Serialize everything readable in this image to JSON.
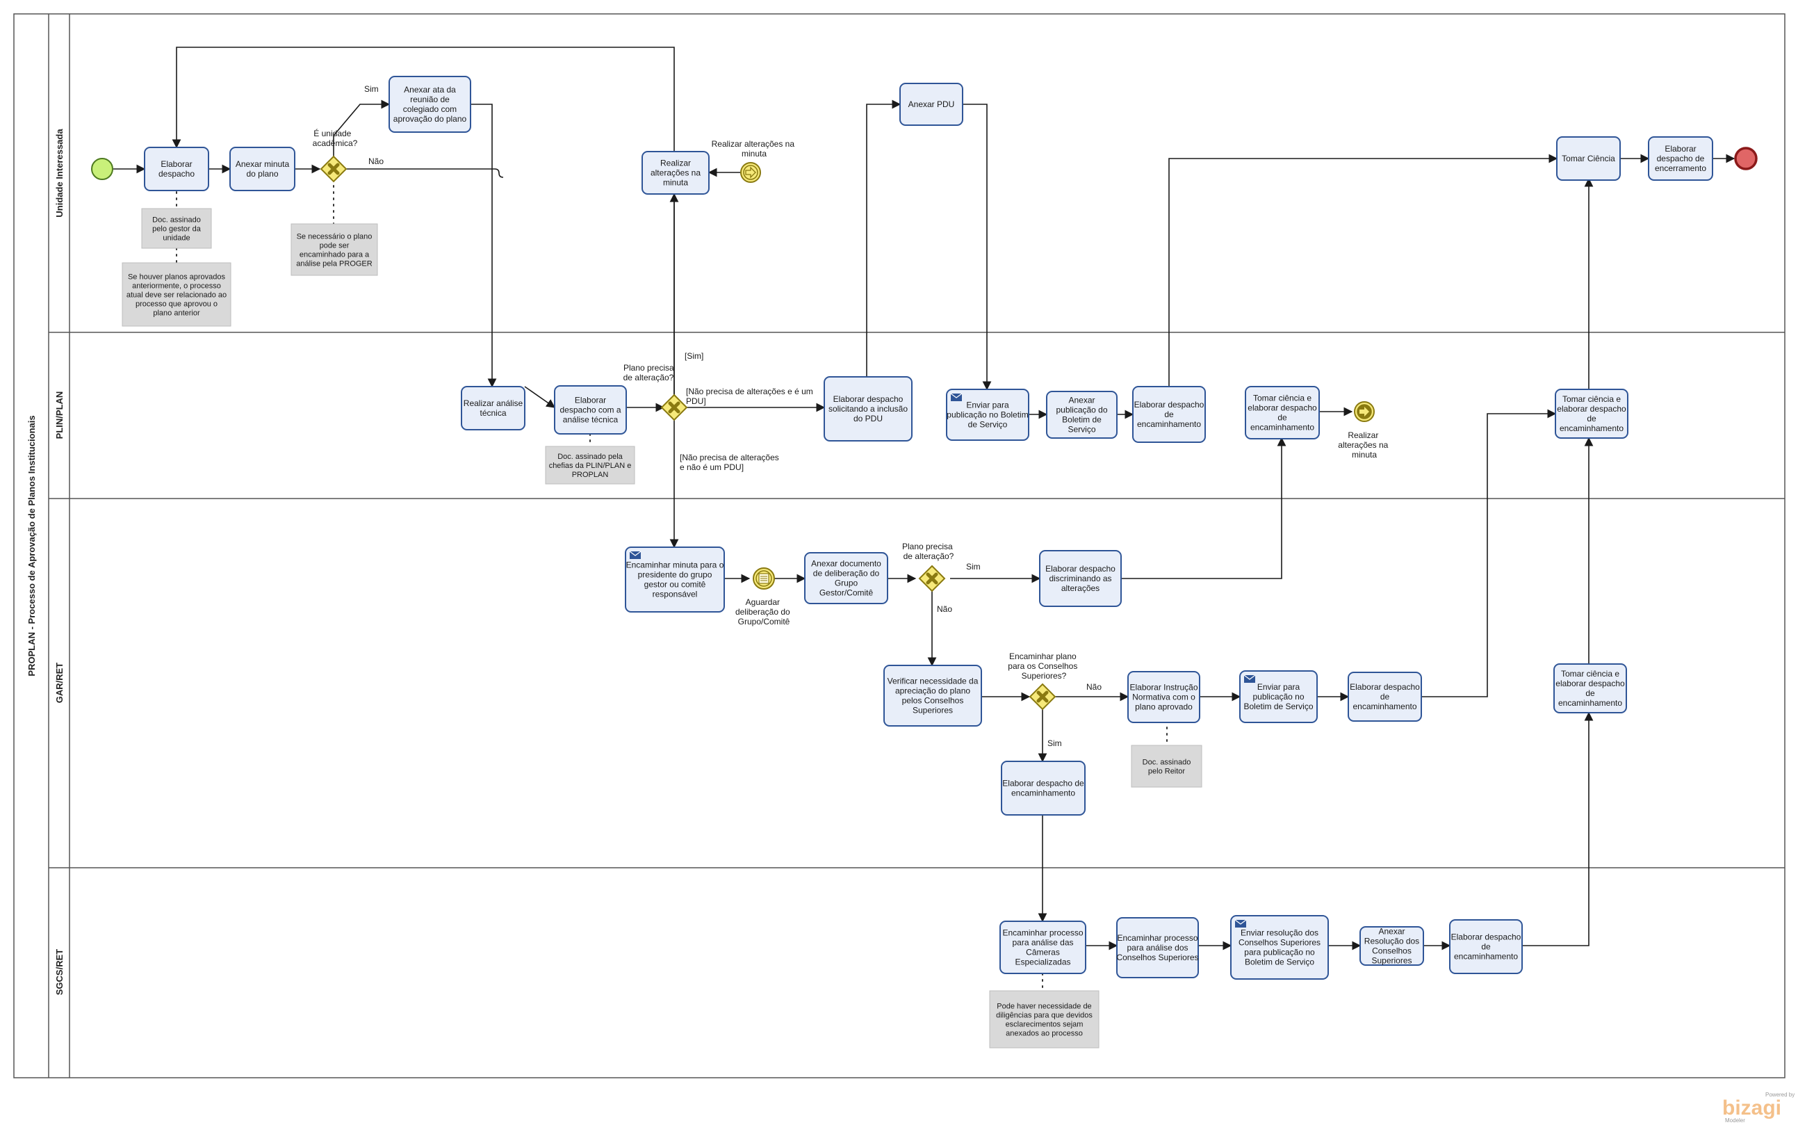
{
  "pool": {
    "title": "PROPLAN - Processo de Aprovação de Planos Institucionais"
  },
  "lanes": [
    {
      "name": "Unidade Interessada"
    },
    {
      "name": "PLIN/PLAN"
    },
    {
      "name": "GAR/RET"
    },
    {
      "name": "SGCS/RET"
    }
  ],
  "tasks": {
    "t1": [
      "Elaborar",
      "despacho"
    ],
    "t2": [
      "Anexar minuta",
      "do plano"
    ],
    "t3": [
      "Anexar ata da",
      "reunião de",
      "colegiado  com",
      "aprovação do plano"
    ],
    "t4": [
      "Realizar",
      "alterações na",
      "minuta"
    ],
    "t5": [
      "Anexar PDU"
    ],
    "t6": [
      "Tomar Ciência"
    ],
    "t7": [
      "Elaborar",
      "despacho de",
      "encerramento"
    ],
    "t8": [
      "Realizar análise",
      "técnica"
    ],
    "t9": [
      "Elaborar",
      "despacho com a",
      "análise técnica"
    ],
    "t10": [
      "Elaborar despacho",
      "solicitando a inclusão",
      "do PDU"
    ],
    "t11": [
      "Enviar para",
      "publicação no Boletim",
      "de Serviço"
    ],
    "t12": [
      "Anexar",
      "publicação do",
      "Boletim de",
      "Serviço"
    ],
    "t13": [
      "Elaborar despacho",
      "de",
      "encaminhamento"
    ],
    "t14": [
      "Tomar ciência e",
      "elaborar despacho",
      "de",
      "encaminhamento"
    ],
    "t15": [
      "Tomar ciência e",
      "elaborar despacho",
      "de",
      "encaminhamento"
    ],
    "t16": [
      "Encaminhar minuta para o",
      "presidente do grupo",
      "gestor ou comitê",
      "responsável"
    ],
    "t17": [
      "Anexar documento",
      "de deliberação do",
      "Grupo",
      "Gestor/Comitê"
    ],
    "t18": [
      "Elaborar despacho",
      "discriminando as",
      "alterações"
    ],
    "t19": [
      "Verificar necessidade da",
      "apreciação do plano",
      "pelos Conselhos",
      "Superiores"
    ],
    "t20": [
      "Elaborar Instrução",
      "Normativa com o",
      "plano aprovado"
    ],
    "t21": [
      "Enviar para",
      "publicação no",
      "Boletim de Serviço"
    ],
    "t22": [
      "Elaborar despacho",
      "de",
      "encaminhamento"
    ],
    "t23": [
      "Tomar ciência e",
      "elaborar despacho",
      "de",
      "encaminhamento"
    ],
    "t24": [
      "Elaborar despacho de",
      "encaminhamento"
    ],
    "t25": [
      "Encaminhar processo",
      "para análise das",
      "Câmeras",
      "Especializadas"
    ],
    "t26": [
      "Encaminhar processo",
      "para análise dos",
      "Conselhos Superiores"
    ],
    "t27": [
      "Enviar resolução dos",
      "Conselhos Superiores",
      "para publicação no",
      "Boletim de Serviço"
    ],
    "t28": [
      "Anexar",
      "Resolução dos",
      "Conselhos",
      "Superiores"
    ],
    "t29": [
      "Elaborar despacho",
      "de",
      "encaminhamento"
    ]
  },
  "notes": {
    "n1": [
      "Doc. assinado",
      "pelo gestor da",
      "unidade"
    ],
    "n2": [
      "Se houver planos aprovados",
      "anteriormente, o processo",
      "atual deve ser relacionado ao",
      "processo que aprovou o",
      "plano anterior"
    ],
    "n3": [
      "Se  necessário o plano",
      "pode ser",
      "encaminhado para  a",
      "análise pela PROGER"
    ],
    "n4": [
      "Doc. assinado pela",
      "chefias da PLIN/PLAN e",
      "PROPLAN"
    ],
    "n5": [
      "Doc. assinado",
      "pelo Reitor"
    ],
    "n6": [
      "Pode haver necessidade de",
      "diligências para que devidos",
      "esclarecimentos sejam",
      "anexados ao processo"
    ]
  },
  "gateways": {
    "g1": [
      "É unidade",
      "acadêmica?"
    ],
    "g2": [
      "Plano precisa",
      "de alteração?"
    ],
    "g3": [
      "Plano precisa",
      "de alteração?"
    ],
    "g4": [
      "Encaminhar plano",
      "para os Conselhos",
      "Superiores?"
    ]
  },
  "events": {
    "e_realizar_top": [
      "Realizar alterações na",
      "minuta"
    ],
    "e_aguardar": [
      "Aguardar",
      "deliberação do",
      "Grupo/Comitê"
    ],
    "e_realizar_mid": [
      "Realizar",
      "alterações na",
      "minuta"
    ]
  },
  "flow_labels": {
    "sim1": "Sim",
    "nao1": "Não",
    "sim_bracket": "[Sim]",
    "nao_pdu": [
      "[Não precisa de alterações e é um",
      "PDU]"
    ],
    "nao_nao_pdu": [
      "[Não precisa de alterações",
      "e não é um PDU]"
    ],
    "sim3": "Sim",
    "nao3": "Não",
    "nao4": "Não",
    "sim4": "Sim"
  },
  "watermark": {
    "powered": "Powered by",
    "brand": "bizagi",
    "product": "Modeler"
  },
  "colors": {
    "task_fill": "#e8eef9",
    "task_stroke": "#2f5597",
    "gateway_fill": "#f6e97a",
    "start_event": "#c9f07a",
    "end_event": "#e06666",
    "note_fill": "#d9d9d9"
  }
}
